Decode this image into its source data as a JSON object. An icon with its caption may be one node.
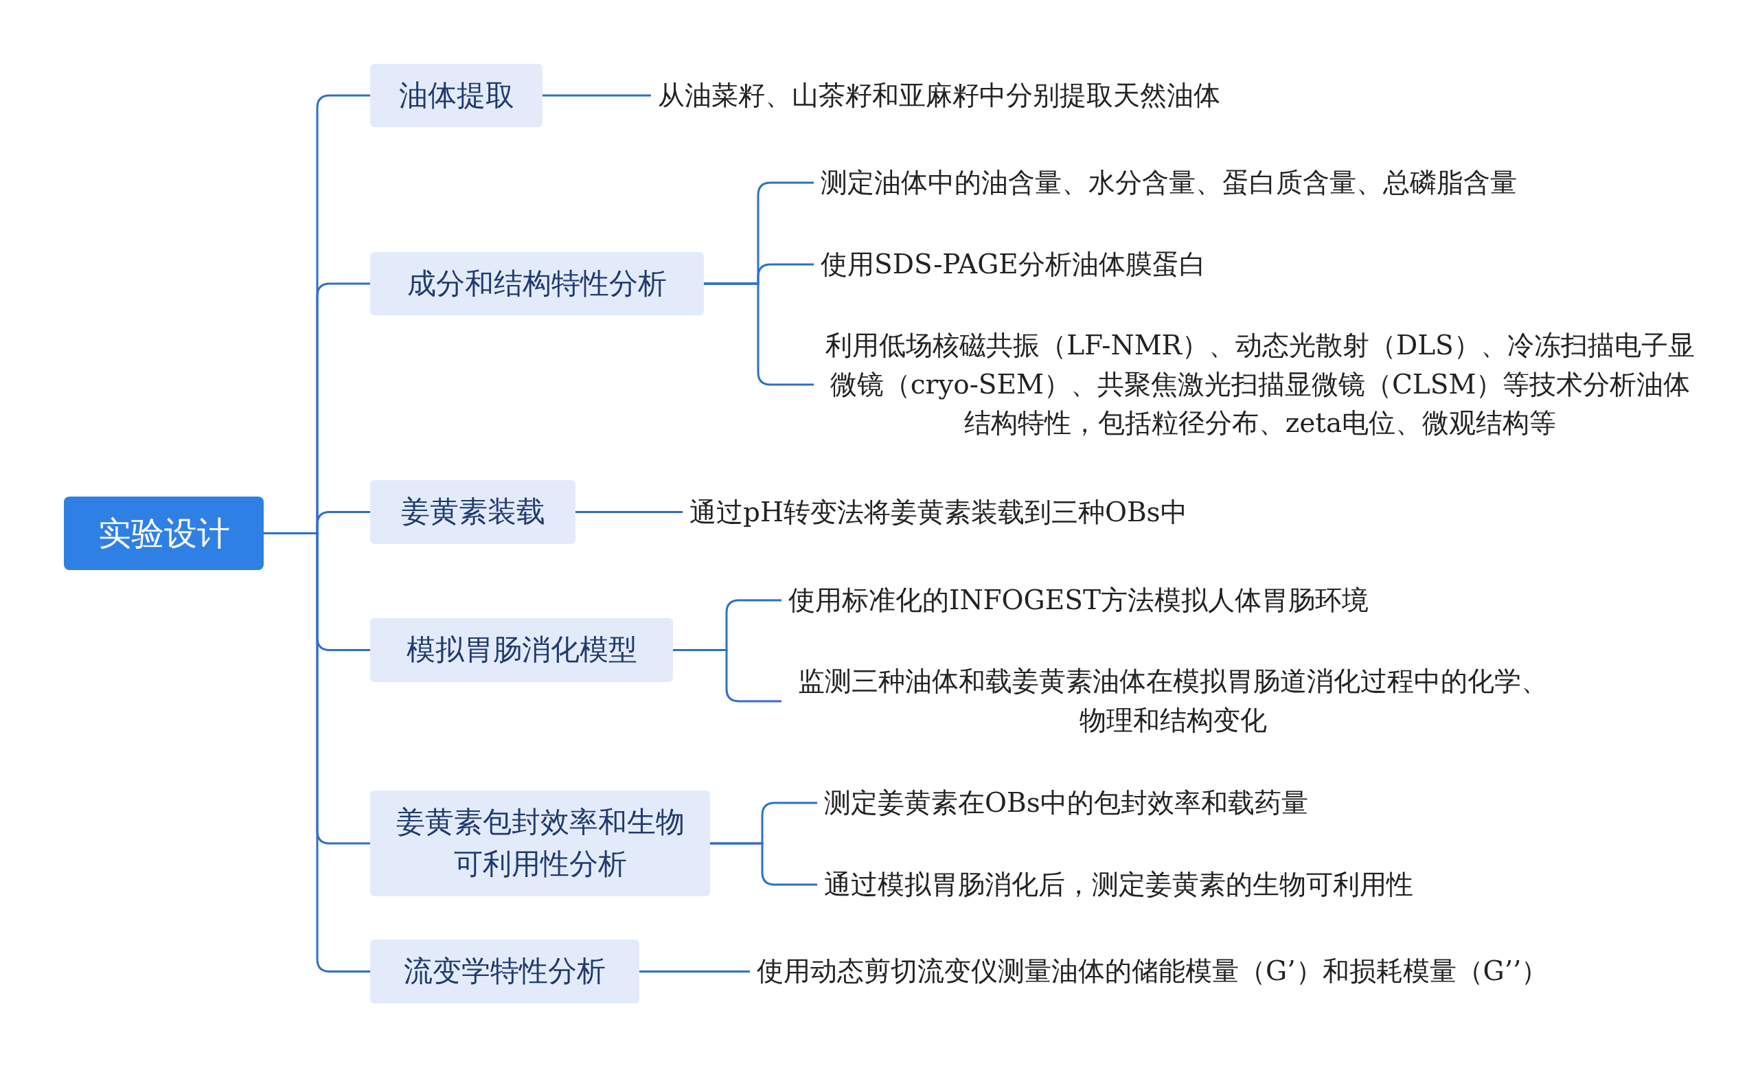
{
  "diagram": {
    "nodes": [
      {
        "text": [
          "实验设计"
        ]
      },
      {
        "text": [
          "油体提取"
        ]
      },
      {
        "text": [
          "从油菜籽、山茶籽和亚麻籽中分别提取天然油体"
        ]
      },
      {
        "text": [
          "成分和结构特性分析"
        ]
      },
      {
        "text": [
          "测定油体中的油含量、水分含量、蛋白质含量、总磷脂含量"
        ]
      },
      {
        "text": [
          "使用SDS-PAGE分析油体膜蛋白"
        ]
      },
      {
        "text": [
          "利用低场核磁共振（LF-NMR）、动态光散射（DLS）、冷冻扫描电子显微镜（cryo-SEM）、共聚焦激光扫描显微镜（CLSM）等技术分析油体结构特性，包括粒径分布、zeta电位、微观结构等"
        ]
      },
      {
        "text": [
          "姜黄素装载"
        ]
      },
      {
        "text": [
          "通过pH转变法将姜黄素装载到三种OBs中"
        ]
      },
      {
        "text": [
          "模拟胃肠消化模型"
        ]
      },
      {
        "text": [
          "使用标准化的INFOGEST方法模拟人体胃肠环境"
        ]
      },
      {
        "text": [
          "监测三种油体和载姜黄素油体在模拟胃肠道消化过程中的化学、物理和结构变化"
        ]
      },
      {
        "text": [
          "姜黄素包封效率和生物可利用性分析"
        ]
      },
      {
        "text": [
          "测定姜黄素在OBs中的包封效率和载药量"
        ]
      },
      {
        "text": [
          "通过模拟胃肠消化后，测定姜黄素的生物可利用性"
        ]
      },
      {
        "text": [
          "流变学特性分析"
        ]
      },
      {
        "text": [
          "使用动态剪切流变仪测量油体的储能模量（G’）和损耗模量（G’’）"
        ]
      }
    ],
    "edges": [
      {
        "from": 0,
        "to": 1,
        "arrow": "none"
      },
      {
        "from": 0,
        "to": 3,
        "arrow": "none"
      },
      {
        "from": 0,
        "to": 7,
        "arrow": "none"
      },
      {
        "from": 0,
        "to": 9,
        "arrow": "none"
      },
      {
        "from": 0,
        "to": 12,
        "arrow": "none"
      },
      {
        "from": 0,
        "to": 15,
        "arrow": "none"
      },
      {
        "from": 1,
        "to": 2,
        "arrow": "none"
      },
      {
        "from": 3,
        "to": 4,
        "arrow": "none"
      },
      {
        "from": 3,
        "to": 5,
        "arrow": "none"
      },
      {
        "from": 3,
        "to": 6,
        "arrow": "none"
      },
      {
        "from": 7,
        "to": 8,
        "arrow": "none"
      },
      {
        "from": 9,
        "to": 10,
        "arrow": "none"
      },
      {
        "from": 9,
        "to": 11,
        "arrow": "none"
      },
      {
        "from": 12,
        "to": 13,
        "arrow": "none"
      },
      {
        "from": 12,
        "to": 14,
        "arrow": "none"
      },
      {
        "from": 15,
        "to": 16,
        "arrow": "none"
      }
    ]
  }
}
